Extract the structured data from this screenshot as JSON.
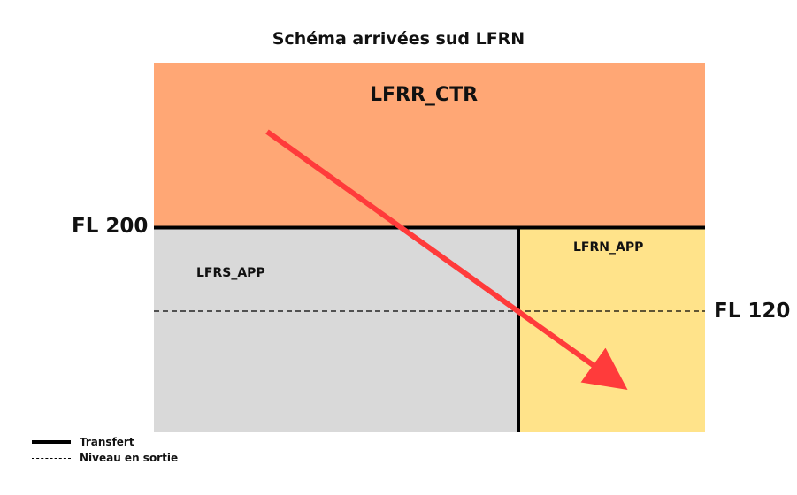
{
  "title": "Schéma arrivées sud LFRN",
  "zones": {
    "upper": {
      "label": "LFRR_CTR",
      "color": "#ffa775"
    },
    "lower_left": {
      "label": "LFRS_APP",
      "color": "#d9d9d9"
    },
    "lower_right": {
      "label": "LFRN_APP",
      "color": "#ffe38a"
    }
  },
  "flight_levels": {
    "upper_boundary": "FL 200",
    "exit_level": "FL 120"
  },
  "arrow": {
    "color": "#ff3b3b"
  },
  "legend": [
    {
      "style": "solid",
      "label": "Transfert"
    },
    {
      "style": "dashed",
      "label": "Niveau en sortie"
    }
  ]
}
